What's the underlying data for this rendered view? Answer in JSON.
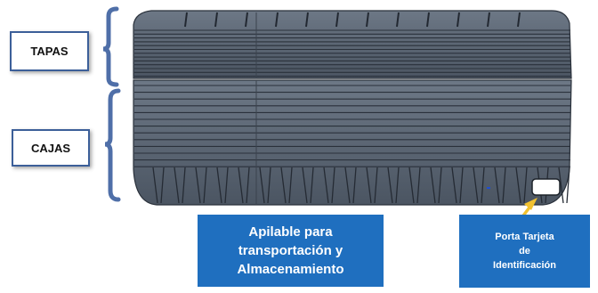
{
  "labels": {
    "tapas": "TAPAS",
    "cajas": "CAJAS"
  },
  "callouts": {
    "stack": [
      "Apilable para",
      "transportación y",
      "Almacenamiento"
    ],
    "card_holder": [
      "Porta Tarjeta",
      "de",
      "Identificación"
    ]
  },
  "colors": {
    "bracket": "#4f6fa8",
    "label_border": "#3c5f99",
    "callout_bg": "#1f6fbf",
    "callout_text": "#ffffff",
    "product_body": "#5a6573",
    "product_lines": "#2a313b",
    "arrow": "#f2c230"
  }
}
